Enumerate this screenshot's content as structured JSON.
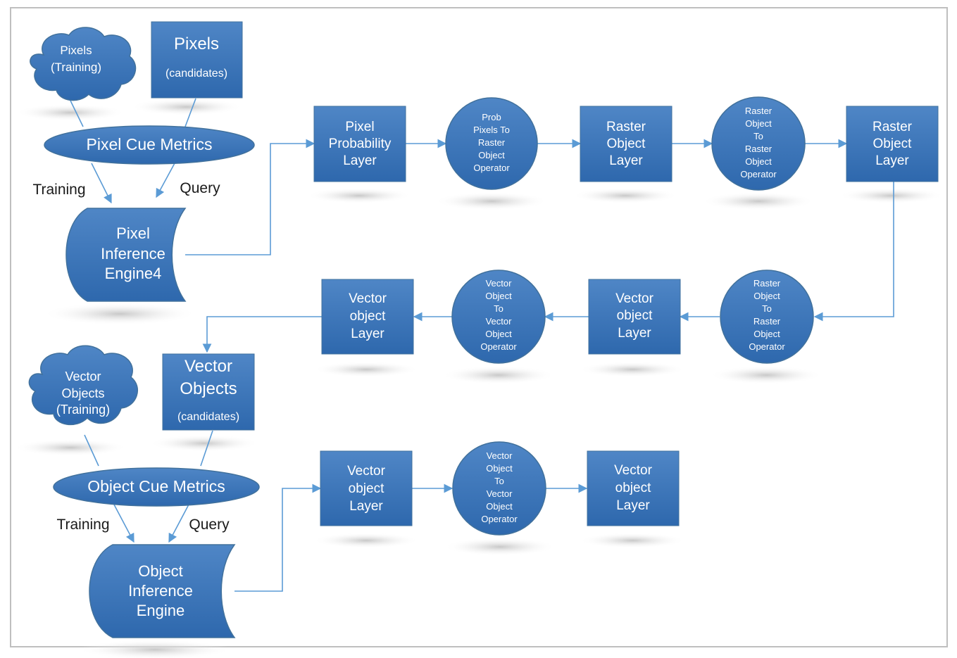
{
  "colors": {
    "fill_top": "#4f86c6",
    "fill_bottom": "#2e68ad",
    "stroke": "#41719c",
    "arrow": "#5b9bd5",
    "shadow": "#d4d4d4",
    "frame": "#bfbfbf"
  },
  "nodes": {
    "pixels_training": [
      "Pixels",
      "(Training)"
    ],
    "pixels_candidates": [
      "Pixels",
      "(candidates)"
    ],
    "pixel_cue_metrics": [
      "Pixel Cue Metrics"
    ],
    "pixel_inference_engine": [
      "Pixel",
      "Inference",
      "Engine4"
    ],
    "pixel_probability_layer": [
      "Pixel",
      "Probability",
      "Layer"
    ],
    "prob_op": [
      "Prob",
      "Pixels To",
      "Raster",
      "Object",
      "Operator"
    ],
    "raster_layer_1": [
      "Raster",
      "Object",
      "Layer"
    ],
    "raster_op_1": [
      "Raster",
      "Object",
      "To",
      "Raster",
      "Object",
      "Operator"
    ],
    "raster_layer_2": [
      "Raster",
      "Object",
      "Layer"
    ],
    "raster_op_2": [
      "Raster",
      "Object",
      "To",
      "Raster",
      "Object",
      "Operator"
    ],
    "vector_layer_1": [
      "Vector",
      "object",
      "Layer"
    ],
    "vector_op_1": [
      "Vector",
      "Object",
      "To",
      "Vector",
      "Object",
      "Operator"
    ],
    "vector_layer_2": [
      "Vector",
      "object",
      "Layer"
    ],
    "vector_objects_training": [
      "Vector",
      "Objects",
      "(Training)"
    ],
    "vector_objects_candidates": [
      "Vector",
      "Objects",
      "(candidates)"
    ],
    "object_cue_metrics": [
      "Object Cue Metrics"
    ],
    "object_inference_engine": [
      "Object",
      "Inference",
      "Engine"
    ],
    "vector_layer_3": [
      "Vector",
      "object",
      "Layer"
    ],
    "vector_op_2": [
      "Vector",
      "Object",
      "To",
      "Vector",
      "Object",
      "Operator"
    ],
    "vector_layer_4": [
      "Vector",
      "object",
      "Layer"
    ]
  },
  "labels": {
    "training_1": "Training",
    "query_1": "Query",
    "training_2": "Training",
    "query_2": "Query"
  }
}
